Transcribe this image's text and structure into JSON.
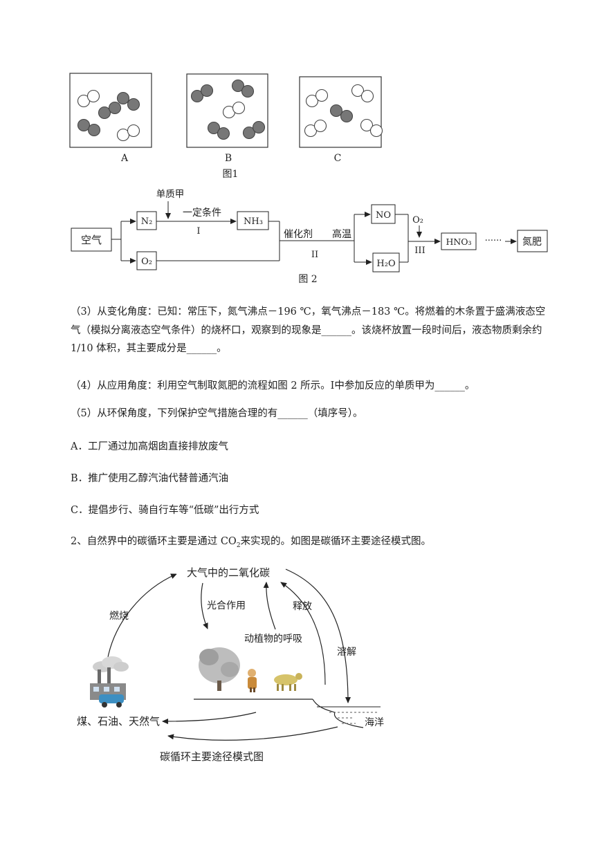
{
  "figure1": {
    "labels": [
      "A",
      "B",
      "C"
    ],
    "caption": "图1"
  },
  "figure2": {
    "air": "空气",
    "n2": "N₂",
    "o2": "O₂",
    "element_jia": "单质甲",
    "condition": "一定条件",
    "step1": "I",
    "nh3": "NH₃",
    "catalyst": "催化剂",
    "high_temp": "高温",
    "step2": "II",
    "no": "NO",
    "h2o": "H₂O",
    "o2_top": "O₂",
    "step3": "III",
    "hno3": "HNO₃",
    "dots": "······",
    "fertilizer": "氮肥",
    "caption": "图 2"
  },
  "questions": {
    "q3": "（3）从变化角度：已知：常压下，氮气沸点－196 ℃，氧气沸点－183 ℃。将燃着的木条置于盛满液态空气（模拟分离液态空气条件）的烧杯口，观察到的现象是______。该烧杯放置一段时间后，液态物质剩余约 1/10 体积，其主要成分是______。",
    "q4": "（4）从应用角度：利用空气制取氮肥的流程如图 2 所示。Ⅰ中参加反应的单质甲为______。",
    "q5": "（5）从环保角度，下列保护空气措施合理的有______（填序号）。",
    "optA": "A．工厂通过加高烟囱直接排放废气",
    "optB": "B．推广使用乙醇汽油代替普通汽油",
    "optC": "C．提倡步行、骑自行车等“低碳”出行方式",
    "q2_pre": "2、自然界中的碳循环主要是通过 CO",
    "q2_sub": "2",
    "q2_post": "来实现的。如图是碳循环主要途径模式图。"
  },
  "figure3": {
    "atmosphere": "大气中的二氧化碳",
    "burning": "燃烧",
    "photosynthesis": "光合作用",
    "release": "释放",
    "respiration": "动植物的呼吸",
    "dissolve": "溶解",
    "fossil": "煤、石油、天然气",
    "ocean": "海洋",
    "caption": "碳循环主要途径模式图"
  }
}
